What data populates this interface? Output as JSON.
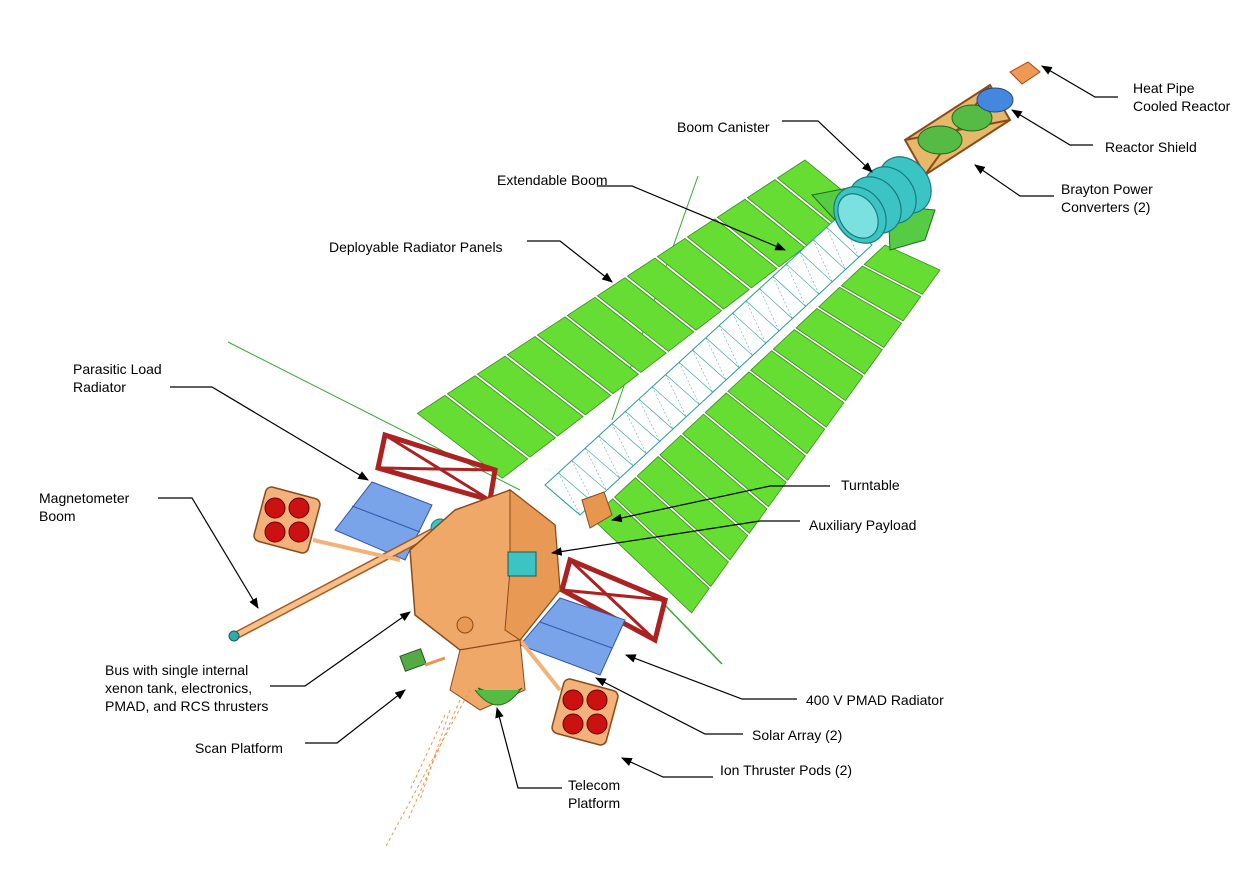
{
  "colors": {
    "radiator_green": "#66dd33",
    "truss_red": "#aa2222",
    "bus_orange": "#f0a868",
    "solar_blue": "#7aa4ea",
    "canister_cyan": "#3cc4c4",
    "thruster_red": "#cc1111",
    "line_black": "#000000"
  },
  "labels": {
    "heat_pipe_reactor": "Heat Pipe\nCooled Reactor",
    "reactor_shield": "Reactor Shield",
    "brayton_converters": "Brayton Power\nConverters (2)",
    "boom_canister": "Boom Canister",
    "extendable_boom": "Extendable Boom",
    "deployable_radiator": "Deployable Radiator Panels",
    "parasitic_load_radiator": "Parasitic Load\nRadiator",
    "magnetometer_boom": "Magnetometer\nBoom",
    "turntable": "Turntable",
    "auxiliary_payload": "Auxiliary Payload",
    "bus": "Bus with single internal\nxenon tank, electronics,\nPMAD, and RCS thrusters",
    "pmad_radiator": "400 V PMAD Radiator",
    "solar_array": "Solar Array (2)",
    "scan_platform": "Scan Platform",
    "ion_thruster_pods": "Ion Thruster Pods (2)",
    "telecom_platform": "Telecom\nPlatform"
  }
}
